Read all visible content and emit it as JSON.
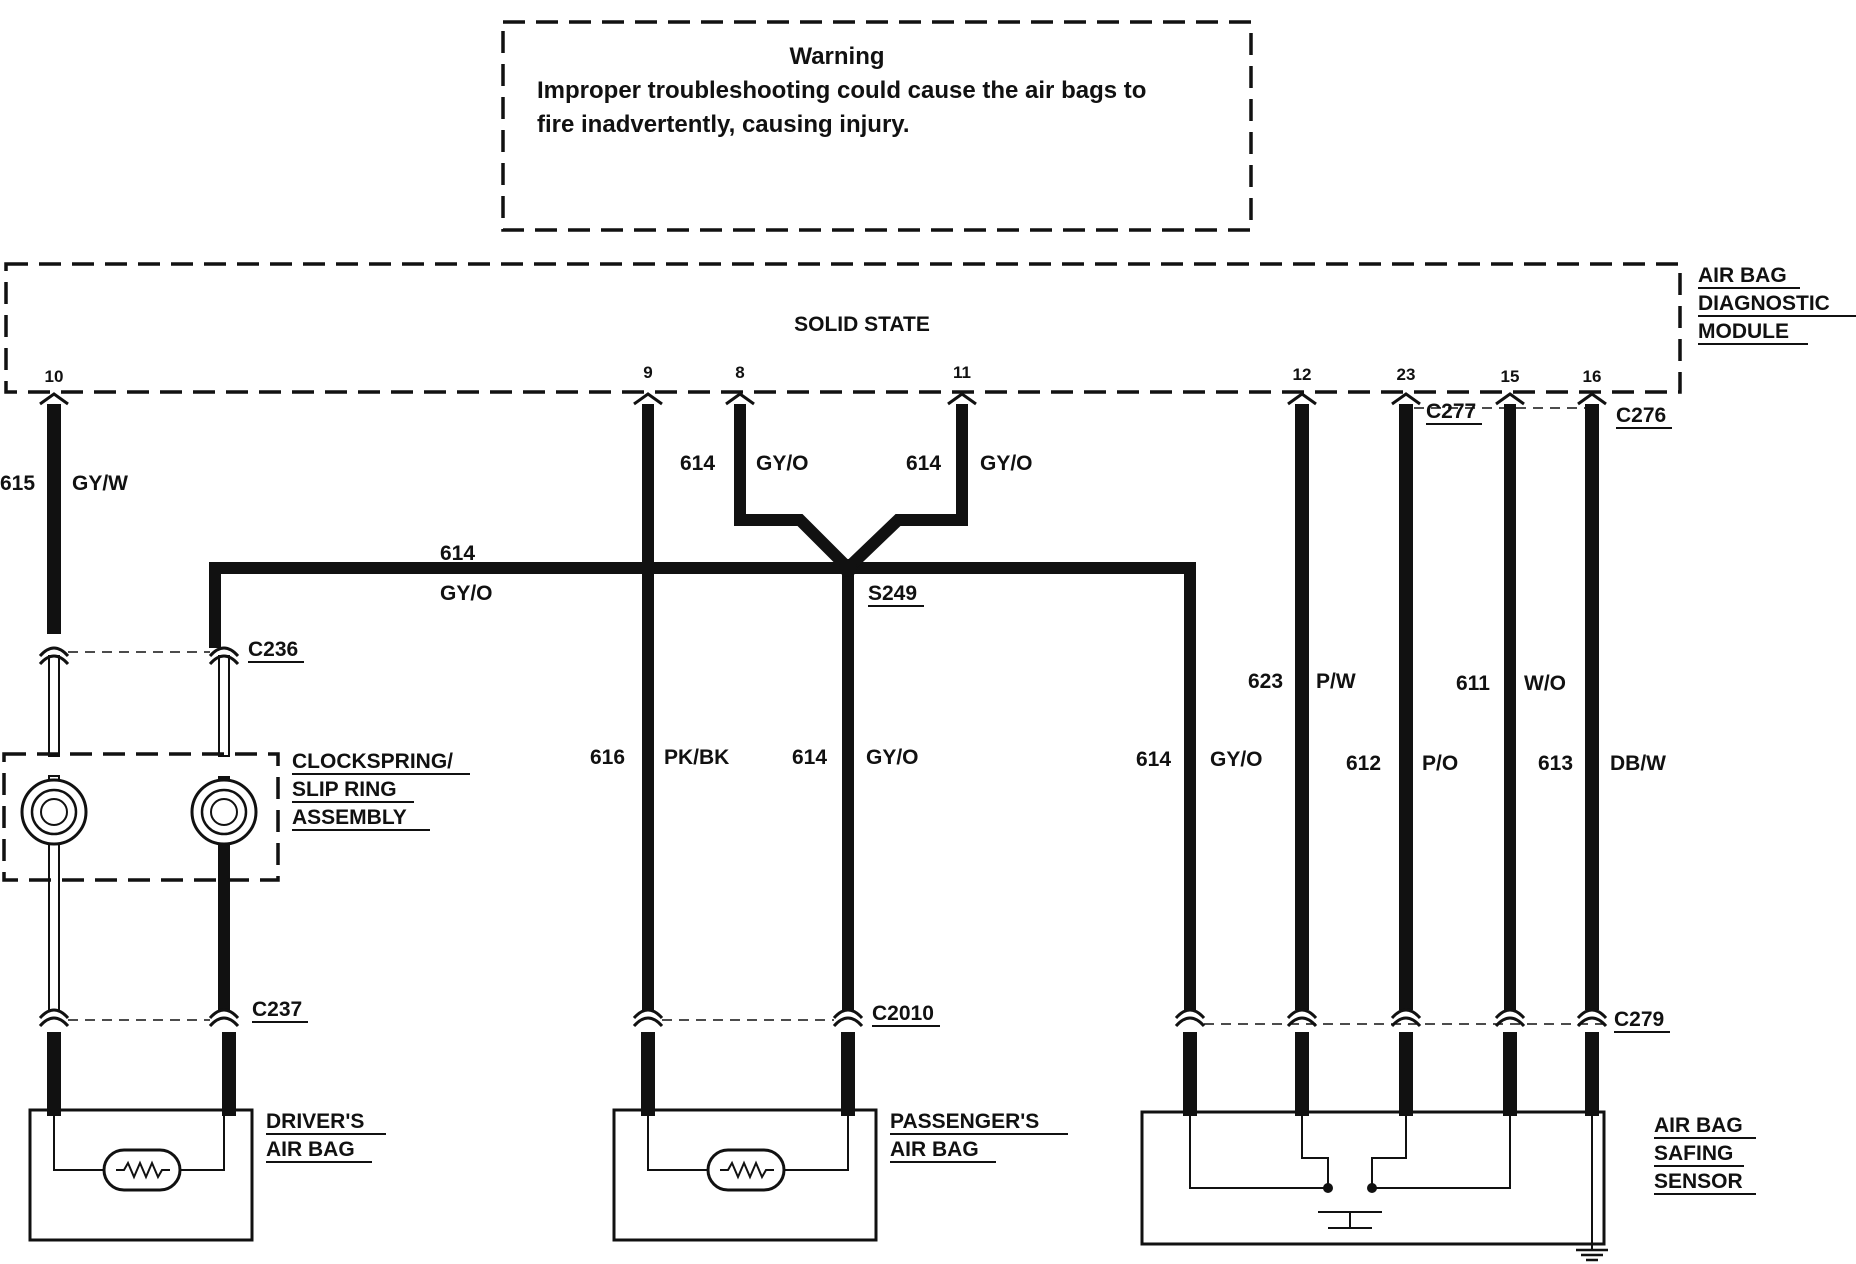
{
  "warning": {
    "title": "Warning",
    "line1": "Improper troubleshooting could cause the air bags to",
    "line2": "fire inadvertently, causing injury."
  },
  "module": {
    "inner_label": "SOLID STATE",
    "name_lines": [
      "AIR BAG",
      "DIAGNOSTIC",
      "MODULE"
    ]
  },
  "pins": [
    "10",
    "9",
    "8",
    "11",
    "12",
    "23",
    "15",
    "16"
  ],
  "module_connectors": {
    "c277": "C277",
    "c276": "C276"
  },
  "wires": {
    "w615": {
      "num": "615",
      "color": "GY/W"
    },
    "w614_pin8": {
      "num": "614",
      "color": "GY/O"
    },
    "w614_pin11": {
      "num": "614",
      "color": "GY/O"
    },
    "w614_horiz": {
      "num": "614",
      "color": "GY/O"
    },
    "w616": {
      "num": "616",
      "color": "PK/BK"
    },
    "w614_pass": {
      "num": "614",
      "color": "GY/O"
    },
    "w614_right": {
      "num": "614",
      "color": "GY/O"
    },
    "w623": {
      "num": "623",
      "color": "P/W"
    },
    "w612": {
      "num": "612",
      "color": "P/O"
    },
    "w611": {
      "num": "611",
      "color": "W/O"
    },
    "w613": {
      "num": "613",
      "color": "DB/W"
    }
  },
  "splice": "S249",
  "connectors": {
    "c236": "C236",
    "c237": "C237",
    "c2010": "C2010",
    "c279": "C279"
  },
  "clockspring": {
    "lines": [
      "CLOCKSPRING/",
      "SLIP RING",
      "ASSEMBLY"
    ]
  },
  "driver_airbag": {
    "lines": [
      "DRIVER'S",
      "AIR BAG"
    ]
  },
  "passenger_airbag": {
    "lines": [
      "PASSENGER'S",
      "AIR BAG"
    ]
  },
  "safing_sensor": {
    "lines": [
      "AIR BAG",
      "SAFING",
      "SENSOR"
    ]
  }
}
